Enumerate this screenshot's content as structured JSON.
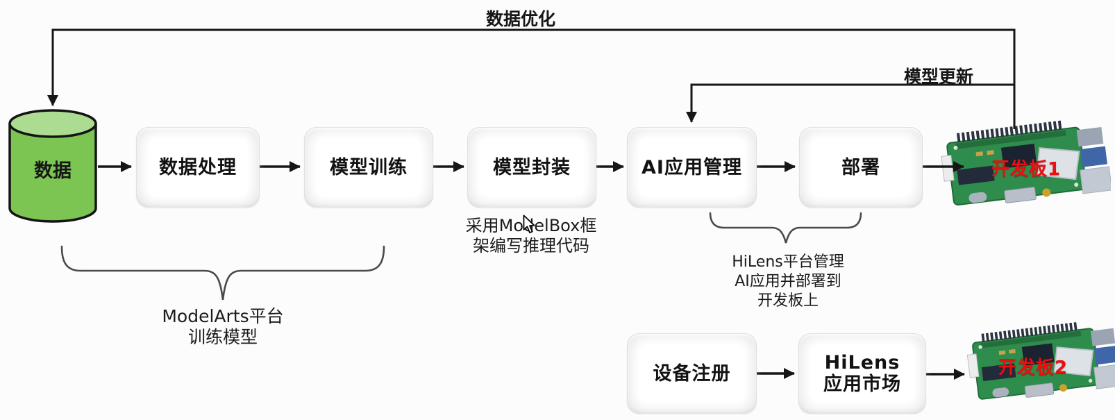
{
  "diagram": {
    "feedback_labels": {
      "data_optimization": "数据优化",
      "model_update": "模型更新"
    },
    "database": {
      "label": "数据"
    },
    "main_flow": [
      {
        "label": "数据处理"
      },
      {
        "label": "模型训练"
      },
      {
        "label": "模型封装"
      },
      {
        "label": "AI应用管理"
      },
      {
        "label": "部署"
      }
    ],
    "annotations": {
      "modelbox": {
        "line1": "采用ModelBox框",
        "line2": "架编写推理代码"
      },
      "modelarts": {
        "line1": "ModelArts平台",
        "line2": "训练模型"
      },
      "hilens": {
        "line1": "HiLens平台管理",
        "line2": "AI应用并部署到",
        "line3": "开发板上"
      }
    },
    "bottom_flow": [
      {
        "label": "设备注册"
      },
      {
        "line1": "HiLens",
        "line2": "应用市场"
      }
    ],
    "boards": [
      {
        "label": "开发板1"
      },
      {
        "label": "开发板2"
      }
    ],
    "colors": {
      "database_green": "#7cc553",
      "database_green_top": "#abdc92",
      "board_label_red": "#ea1010",
      "line_black": "#161616",
      "node_gray": "#ececec"
    }
  }
}
